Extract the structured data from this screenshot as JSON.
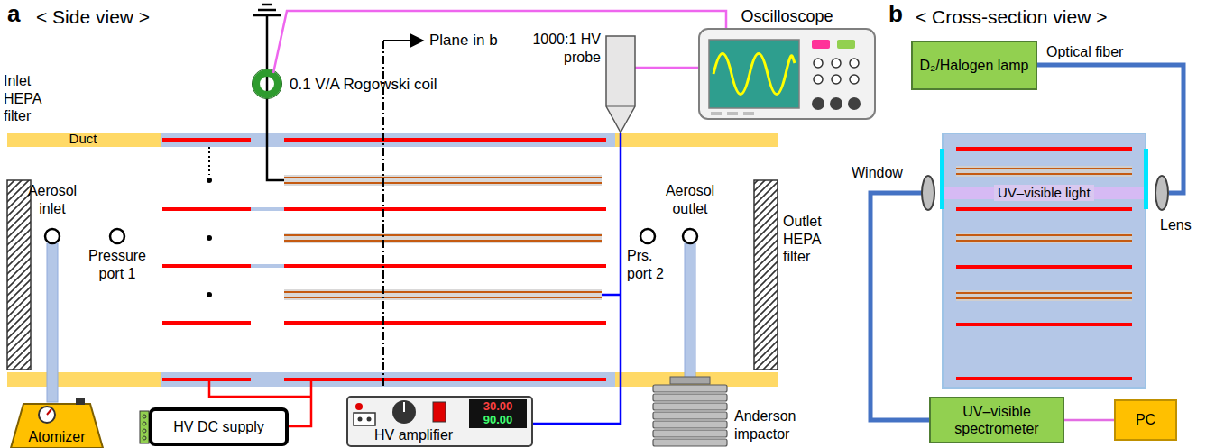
{
  "diagram": {
    "nodes": [
      {
        "text": [
          "Oscilloscope"
        ]
      },
      {
        "text": [
          "Atomizer"
        ]
      },
      {
        "text": [
          "HV DC supply"
        ]
      },
      {
        "text": [
          "HV amplifier"
        ]
      },
      {
        "text": [
          "D₂/Halogen lamp"
        ]
      },
      {
        "text": [
          "UV–visible spectrometer"
        ]
      },
      {
        "text": [
          "PC"
        ]
      }
    ],
    "edges": [
      {
        "from": 5,
        "to": 6,
        "arrow": "none"
      }
    ],
    "labels": [
      "a",
      "< Side view >",
      "Inlet HEPA filter",
      "Duct",
      "Aerosol inlet",
      "Pressure port 1",
      "0.1 V/A Rogowski coil",
      "Plane in b",
      "1000:1 HV probe",
      "Prs. port 2",
      "Aerosol outlet",
      "Outlet HEPA filter",
      "30.00",
      "90.00",
      "Anderson impactor",
      "b",
      "< Cross-section view >",
      "Optical fiber",
      "Window",
      "UV–visible light",
      "Lens"
    ]
  }
}
